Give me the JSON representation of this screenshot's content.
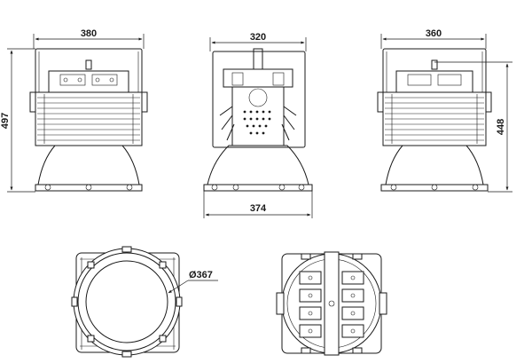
{
  "dimensions": {
    "front_width": "380",
    "side_width": "320",
    "rear_width": "360",
    "front_height": "497",
    "rear_height": "448",
    "reflector_width": "374",
    "reflector_diameter": "Ø367"
  }
}
